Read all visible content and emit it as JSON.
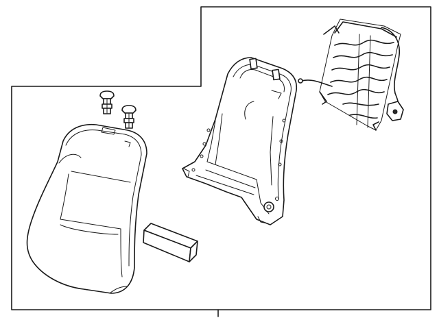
{
  "diagram": {
    "parts": [
      {
        "id": "seat-back-cushion"
      },
      {
        "id": "seat-back-frame"
      },
      {
        "id": "lumbar-support-assembly"
      },
      {
        "id": "headrest-guide-left"
      },
      {
        "id": "headrest-guide-right"
      },
      {
        "id": "foam-pad"
      }
    ],
    "colors": {
      "line": "#1a1a1a",
      "background": "#ffffff"
    }
  }
}
